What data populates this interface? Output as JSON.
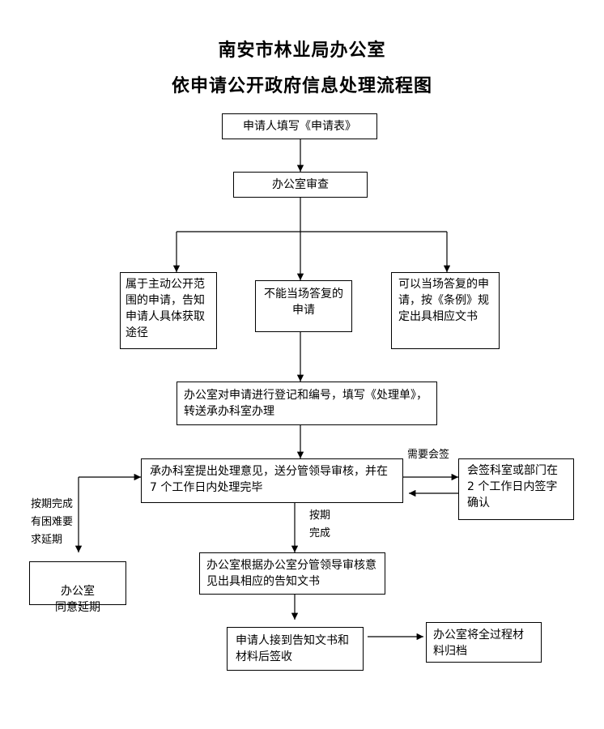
{
  "title": {
    "line1": "南安市林业局办公室",
    "line2": "依申请公开政府信息处理流程图"
  },
  "nodes": {
    "apply": "申请人填写《申请表》",
    "review": "办公室审查",
    "active_disclosure": "属于主动公开范围的申请，告知申请人具体获取途径",
    "not_immediate": "不能当场答复的申请",
    "immediate": "可以当场答复的申请，按《条例》规定出具相应文书",
    "register": "办公室对申请进行登记和编号，填写《处理单》，转送承办科室办理",
    "handle": "承办科室提出处理意见，送分管领导审核，并在 7 个工作日内处理完毕",
    "countersign": "会签科室或部门在 2 个工作日内签字确认",
    "extend": "办公室\n同意延期",
    "notice": "办公室根据办公室分管领导审核意见出具相应的告知文书",
    "receive": "申请人接到告知文书和材料后签收",
    "archive": "办公室将全过程材料归档"
  },
  "labels": {
    "need_countersign": "需要会签",
    "on_time_1": "按期",
    "on_time_2": "完成",
    "delay_1": "按期完成",
    "delay_2": "有困难要",
    "delay_3": "求延期"
  }
}
